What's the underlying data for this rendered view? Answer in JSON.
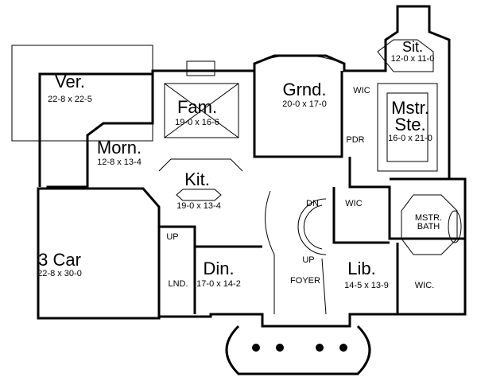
{
  "rooms": {
    "veranda": {
      "name": "Ver.",
      "size": "22-8 x 22-5"
    },
    "family": {
      "name": "Fam.",
      "size": "19-0 x 16-6"
    },
    "grand": {
      "name": "Grnd.",
      "size": "20-0 x 17-0"
    },
    "wic_top": {
      "name": "WIC"
    },
    "sitting": {
      "name": "Sit.",
      "size": "12-0 x 11-0"
    },
    "master_suite": {
      "name1": "Mstr.",
      "name2": "Ste.",
      "size": "16-0 x 21-0"
    },
    "powder": {
      "name": "PDR"
    },
    "morning": {
      "name": "Morn.",
      "size": "12-8 x 13-4"
    },
    "kitchen": {
      "name": "Kit.",
      "size": "19-0 x 13-4"
    },
    "stair_down": {
      "name": "DN"
    },
    "wic_mid": {
      "name": "WIC"
    },
    "master_bath": {
      "name1": "MSTR.",
      "name2": "BATH"
    },
    "stair_up_kitchen": {
      "name": "UP"
    },
    "garage": {
      "name": "3 Car",
      "size": "22-8 x 30-0"
    },
    "dining": {
      "name": "Din.",
      "size": "17-0 x 14-2"
    },
    "foyer": {
      "name": "FOYER"
    },
    "stair_up_foyer": {
      "name": "UP"
    },
    "library": {
      "name": "Lib.",
      "size": "14-5 x 13-9"
    },
    "wic_bath": {
      "name": "WIC."
    },
    "laundry": {
      "name": "LND."
    }
  }
}
